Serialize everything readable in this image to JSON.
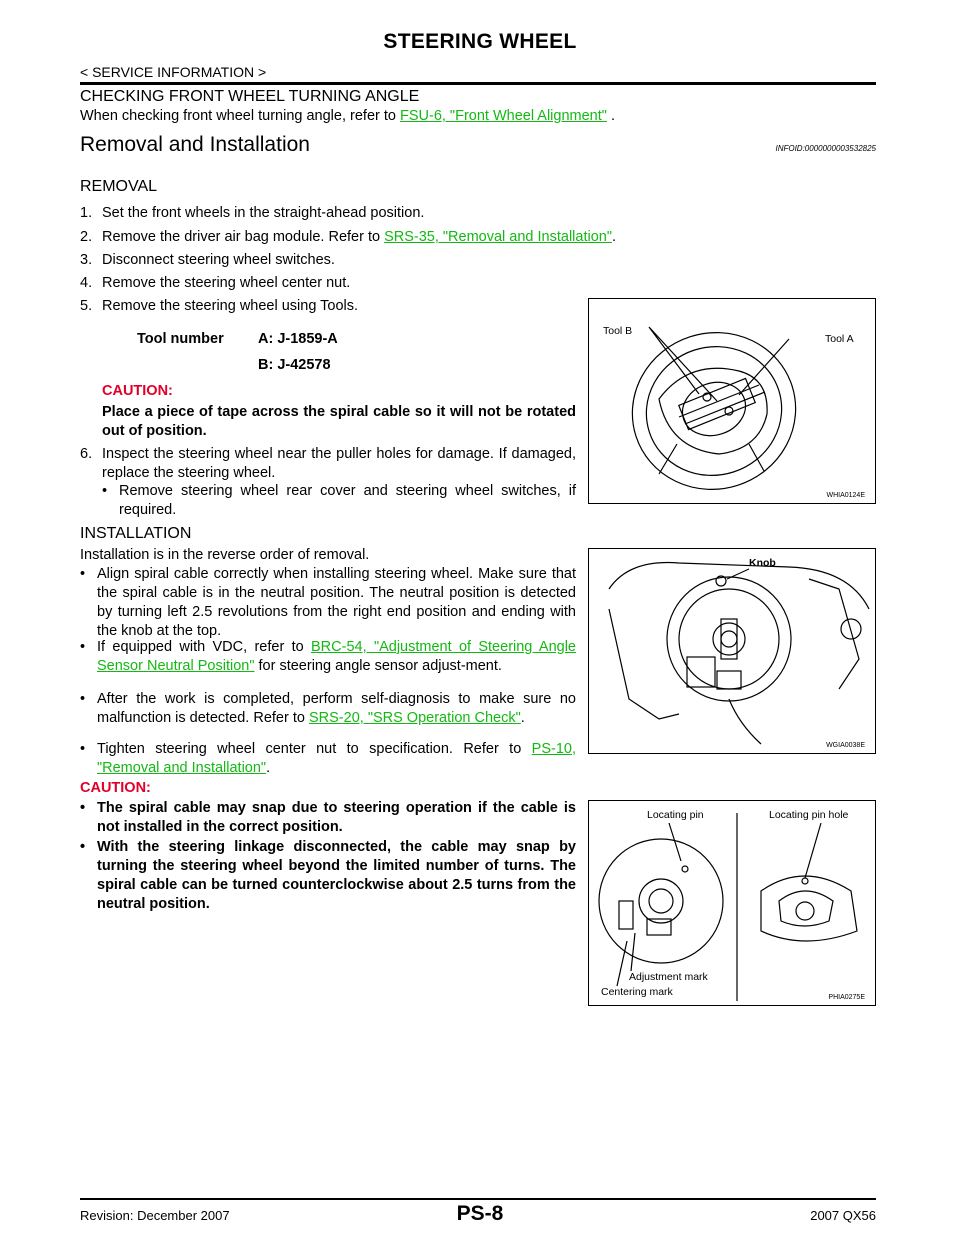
{
  "header": {
    "title": "STEERING WHEEL",
    "breadcrumb": "< SERVICE INFORMATION >"
  },
  "checking": {
    "heading": "CHECKING FRONT WHEEL TURNING ANGLE",
    "text_before": "When checking front wheel turning angle, refer to ",
    "link": "FSU-6, \"Front Wheel Alignment\"",
    "text_after": " ."
  },
  "section": {
    "title": "Removal and Installation",
    "infoid": "INFOID:0000000003532825"
  },
  "removal": {
    "heading": "REMOVAL",
    "steps": [
      {
        "num": "1.",
        "text": "Set the front wheels in the straight-ahead position."
      },
      {
        "num": "2.",
        "text": "Remove the driver air bag module. Refer to ",
        "link": "SRS-35, \"Removal and Installation\"",
        "after": "."
      },
      {
        "num": "3.",
        "text": "Disconnect steering wheel switches."
      },
      {
        "num": "4.",
        "text": "Remove the steering wheel center nut."
      },
      {
        "num": "5.",
        "text": "Remove the steering wheel using Tools."
      }
    ],
    "tool_label": "Tool number",
    "tool_a": "A: J-1859-A",
    "tool_b": "B: J-42578",
    "caution_label": "CAUTION:",
    "caution_text": "Place a piece of tape across the spiral cable so it will not be rotated out of position.",
    "step6_num": "6.",
    "step6_text": "Inspect the steering wheel near the puller holes for damage. If damaged, replace the steering wheel.",
    "step6_bullet": "Remove steering wheel rear cover and steering wheel switches, if required."
  },
  "installation": {
    "heading": "INSTALLATION",
    "intro": "Installation is in the reverse order of removal.",
    "bullet1": "Align spiral cable correctly when installing steering wheel. Make sure that the spiral cable is in the neutral position. The neutral position is detected by turning left 2.5 revolutions from the right end position and ending with the knob at the top.",
    "bullet2_before": "If equipped with VDC, refer to ",
    "bullet2_link": "BRC-54, \"Adjustment of Steering Angle Sensor Neutral Position\"",
    "bullet2_after": "  for steering angle sensor adjust-ment.",
    "bullet3_before": "After the work is completed, perform self-diagnosis to make sure no malfunction is detected. Refer to ",
    "bullet3_link": "SRS-20, \"SRS Operation Check\"",
    "bullet3_after": ".",
    "bullet4_before": "Tighten steering wheel center nut to specification. Refer to ",
    "bullet4_link": "PS-10, \"Removal and Installation\"",
    "bullet4_after": ".",
    "caution_label": "CAUTION:",
    "caution1": "The spiral cable may snap due to steering operation if the cable is not installed in the correct position.",
    "caution2": "With the steering linkage disconnected, the cable may snap by turning the steering wheel beyond the limited number of turns. The spiral cable can be turned counterclockwise about 2.5 turns from the neutral position."
  },
  "figures": {
    "fig1": {
      "tool_b": "Tool B",
      "tool_a": "Tool A",
      "code": "WHIA0124E"
    },
    "fig2": {
      "knob": "Knob",
      "code": "WGIA0038E"
    },
    "fig3": {
      "locating_pin": "Locating pin",
      "locating_pin_hole": "Locating pin hole",
      "adjustment_mark": "Adjustment mark",
      "centering_mark": "Centering mark",
      "code": "PHIA0275E"
    }
  },
  "footer": {
    "page": "PS-8",
    "revision": "Revision: December 2007",
    "model": "2007 QX56"
  }
}
